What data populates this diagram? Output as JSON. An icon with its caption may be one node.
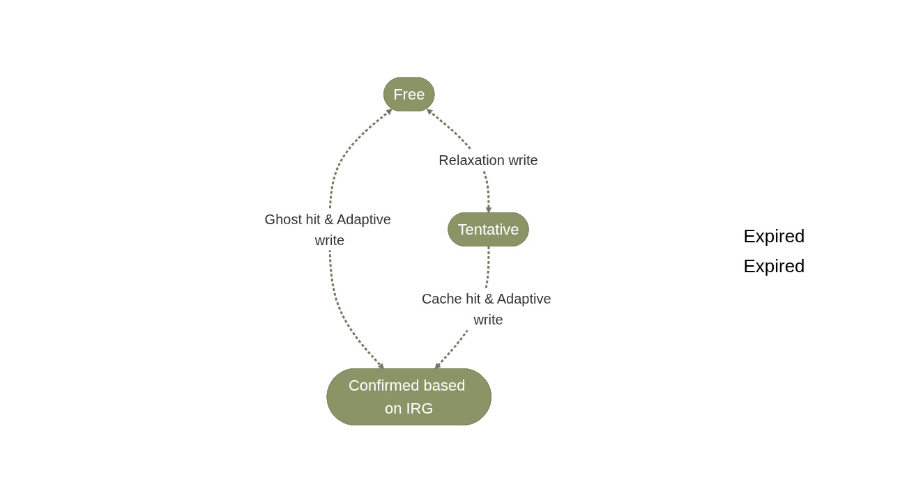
{
  "diagram": {
    "nodes": [
      {
        "text": [
          "Free"
        ]
      },
      {
        "text": [
          "Tentative"
        ]
      },
      {
        "text": [
          "Confirmed based on IRG"
        ]
      }
    ],
    "edges": [
      {
        "from": 0,
        "to": 1,
        "arrow": "both",
        "style": "dashed",
        "label": "Relaxation write"
      },
      {
        "from": 0,
        "to": 2,
        "arrow": "both",
        "style": "dashed",
        "label": "Ghost hit & Adaptive write"
      },
      {
        "from": 1,
        "to": 2,
        "arrow": "to",
        "style": "dashed",
        "label": "Cache hit & Adaptive write"
      }
    ],
    "labels": [
      "Expired",
      "Expired"
    ]
  }
}
